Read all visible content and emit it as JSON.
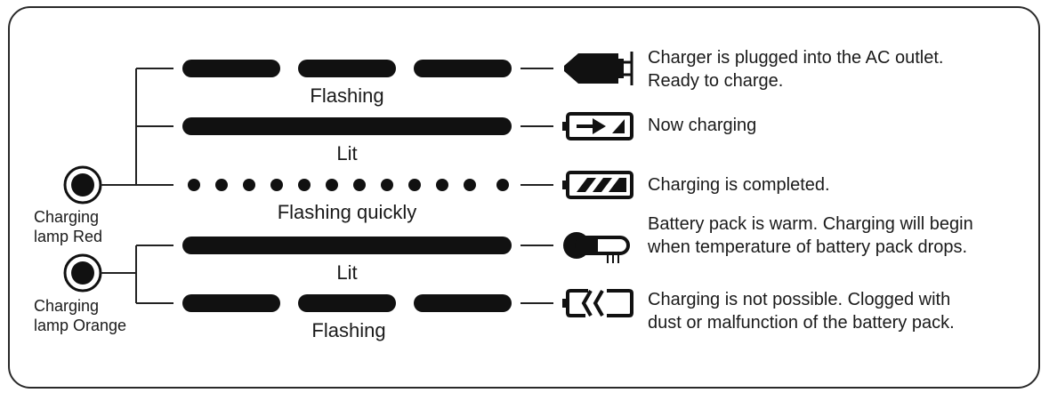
{
  "lamps": {
    "red": [
      "Charging",
      "lamp Red"
    ],
    "orange": [
      "Charging",
      "lamp Orange"
    ]
  },
  "rows": [
    {
      "pattern": "Flashing",
      "icon": "plug-icon",
      "description": [
        "Charger is plugged into the AC outlet.",
        "Ready to charge."
      ]
    },
    {
      "pattern": "Lit",
      "icon": "battery-charging-icon",
      "description": [
        "Now charging"
      ]
    },
    {
      "pattern": "Flashing quickly",
      "icon": "battery-full-icon",
      "description": [
        "Charging is completed."
      ]
    },
    {
      "pattern": "Lit",
      "icon": "thermometer-icon",
      "description": [
        "Battery pack is warm. Charging will begin",
        "when temperature of battery pack drops."
      ]
    },
    {
      "pattern": "Flashing",
      "icon": "battery-broken-icon",
      "description": [
        "Charging is not possible. Clogged with",
        "dust or malfunction of the battery pack."
      ]
    }
  ]
}
